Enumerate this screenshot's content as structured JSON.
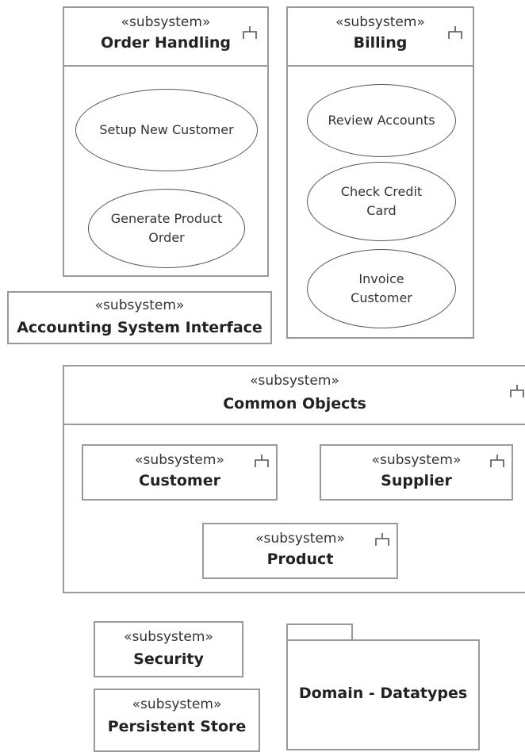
{
  "stereotype": "«subsystem»",
  "order_handling": {
    "name": "Order Handling",
    "use_cases": [
      "Setup New Customer",
      "Generate Product",
      "Order"
    ]
  },
  "billing": {
    "name": "Billing",
    "use_cases": [
      "Review Accounts",
      "Check Credit",
      "Card",
      "Invoice",
      "Customer"
    ]
  },
  "accounting": {
    "name": "Accounting System Interface"
  },
  "common_objects": {
    "name": "Common Objects",
    "children": {
      "customer": "Customer",
      "supplier": "Supplier",
      "product": "Product"
    }
  },
  "security": {
    "name": "Security"
  },
  "persistent_store": {
    "name": "Persistent Store"
  },
  "domain_datatypes": {
    "name": "Domain - Datatypes"
  },
  "icon": "subsystem-fork-icon"
}
